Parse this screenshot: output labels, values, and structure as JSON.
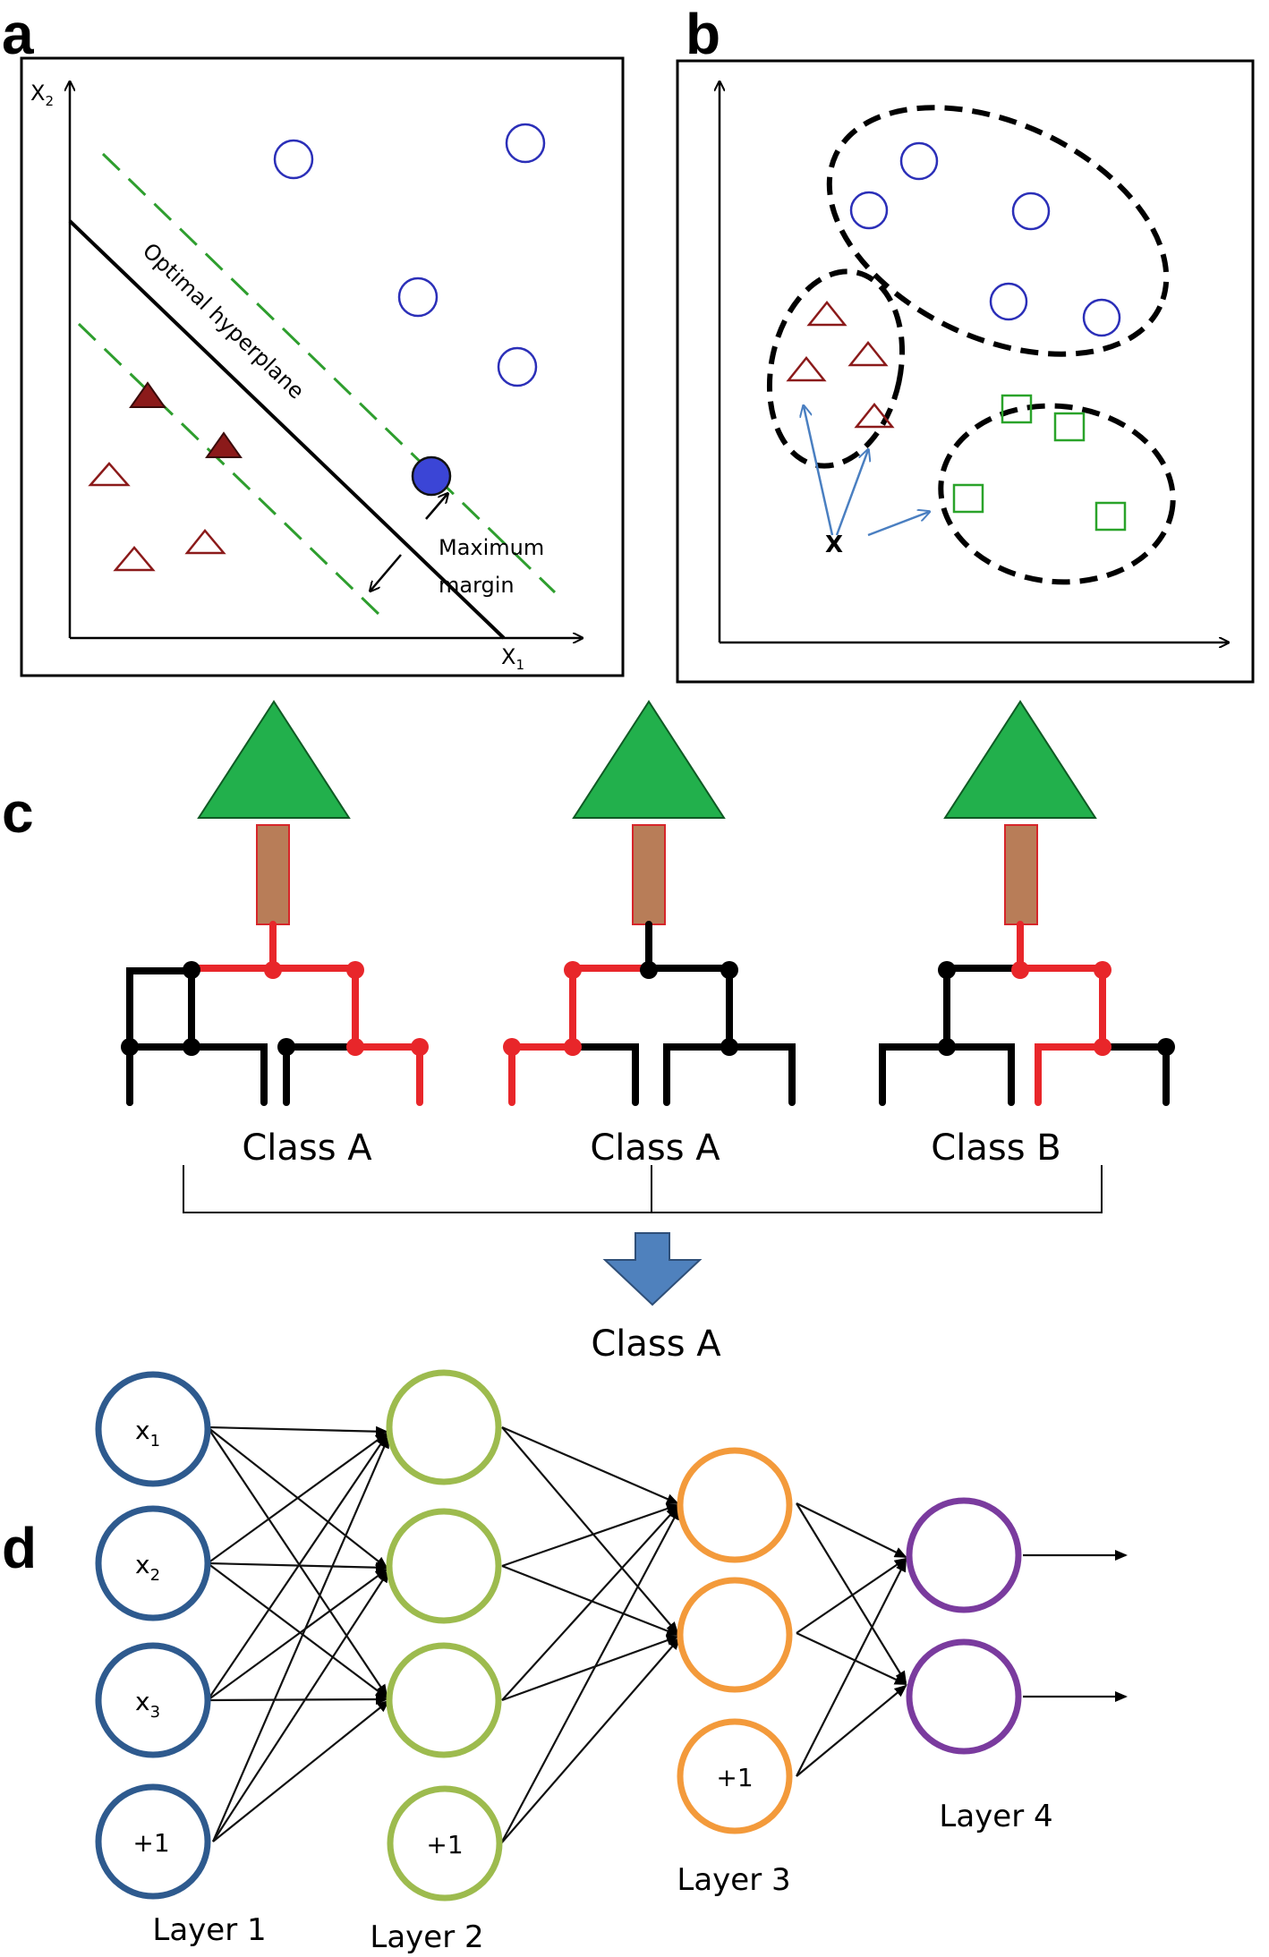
{
  "panels": {
    "a": {
      "label": "a",
      "x1_axis": "X",
      "x1_sub": "1",
      "x2_axis": "X",
      "x2_sub": "2",
      "hyperplane_label": "Optimal hyperplane",
      "margin_label_line1": "Maximum",
      "margin_label_line2": "margin",
      "colors": {
        "class_circle": "#2b2fb8",
        "class_triangle": "#8b1a1a",
        "margin_line": "#2e9e2e"
      }
    },
    "b": {
      "label": "b",
      "query_point": "X",
      "colors": {
        "circle": "#2b2fb8",
        "triangle": "#8b1a1a",
        "square": "#2aa32a",
        "arrow": "#4a7fc1"
      }
    },
    "c": {
      "label": "c",
      "tree_classes": [
        "Class A",
        "Class A",
        "Class B"
      ],
      "final_class": "Class A",
      "colors": {
        "canopy": "#22b04c",
        "trunk": "#b87d58",
        "path": "#e8262a",
        "branch": "#000000",
        "down_arrow": "#4f81bd"
      }
    },
    "d": {
      "label": "d",
      "layer1_nodes": [
        {
          "main": "x",
          "sub": "1"
        },
        {
          "main": "x",
          "sub": "2"
        },
        {
          "main": "x",
          "sub": "3"
        },
        {
          "main": "+1",
          "sub": ""
        }
      ],
      "layer2_bias": "+1",
      "layer3_bias": "+1",
      "layer_labels": [
        "Layer 1",
        "Layer 2",
        "Layer 3",
        "Layer 4"
      ],
      "colors": {
        "layer1": "#2e5a8e",
        "layer2": "#9dbb4e",
        "layer3": "#f39a3b",
        "layer4": "#7a3b9e"
      }
    }
  }
}
